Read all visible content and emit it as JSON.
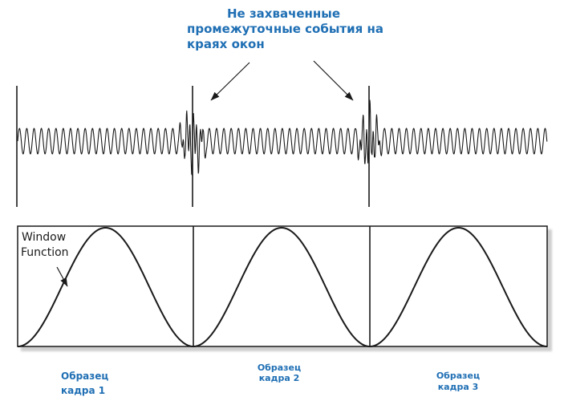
{
  "annotation": {
    "lines": [
      "Не захваченные",
      "промежуточные события на",
      "краях окон"
    ]
  },
  "window_function_label": {
    "lines": [
      "Window",
      "Function"
    ]
  },
  "frames": [
    {
      "line1": "Образец",
      "line2": "кадра 1"
    },
    {
      "line1": "Образец",
      "line2": "кадра 2"
    },
    {
      "line1": "Образец",
      "line2": "кадра 3"
    }
  ],
  "colors": {
    "label_text": "#1f6fb4",
    "line": "#1a1a1a",
    "shadow": "#cfcfcf",
    "background": "#ffffff"
  }
}
